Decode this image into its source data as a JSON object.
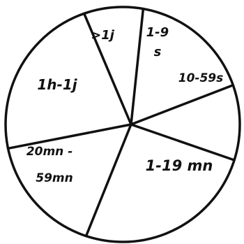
{
  "diagram": {
    "type": "pie",
    "slices": [
      {
        "id": "1-9s",
        "lines": [
          "1-9",
          "s"
        ]
      },
      {
        "id": "10-59s",
        "lines": [
          "10-59s"
        ]
      },
      {
        "id": "1-19mn",
        "lines": [
          "1-19 mn"
        ]
      },
      {
        "id": "20mn-59mn",
        "lines": [
          "20mn -",
          "59mn"
        ]
      },
      {
        "id": "1h-1j",
        "lines": [
          "1h-1j"
        ]
      },
      {
        "id": "gt1j",
        "lines": [
          ">1j"
        ]
      }
    ],
    "stroke_color": "#111111",
    "fill_color": "#ffffff"
  }
}
